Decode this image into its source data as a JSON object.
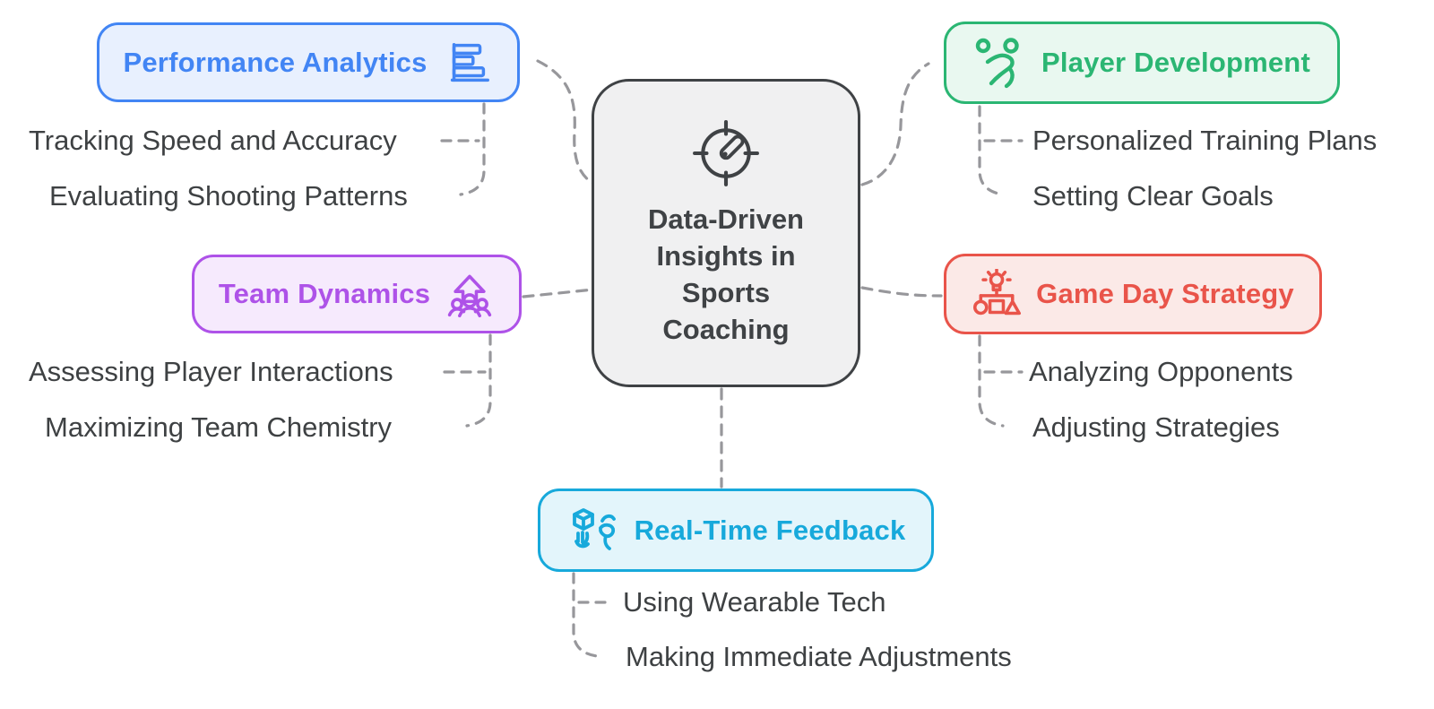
{
  "canvas": {
    "background": "#FFFFFF",
    "connector_color": "#97979B"
  },
  "center": {
    "label": "Data-Driven\nInsights in\nSports\nCoaching",
    "icon": "gauge-target-icon",
    "accent": "#3F4245",
    "background": "#F0F0F1"
  },
  "branches": [
    {
      "id": "performance-analytics",
      "label": "Performance Analytics",
      "icon": "horizontal-bar-chart-icon",
      "accent": "#4285F4",
      "background": "#E8F0FE",
      "children": [
        "Tracking Speed and Accuracy",
        "Evaluating Shooting Patterns"
      ]
    },
    {
      "id": "player-development",
      "label": "Player Development",
      "icon": "sports-player-icon",
      "accent": "#2BB673",
      "background": "#E9F8F0",
      "children": [
        "Personalized Training Plans",
        "Setting Clear Goals"
      ]
    },
    {
      "id": "team-dynamics",
      "label": "Team Dynamics",
      "icon": "team-growth-arrow-icon",
      "accent": "#AE52E8",
      "background": "#F6EAFD",
      "children": [
        "Assessing Player Interactions",
        "Maximizing Team Chemistry"
      ]
    },
    {
      "id": "game-day-strategy",
      "label": "Game Day Strategy",
      "icon": "idea-strategy-shapes-icon",
      "accent": "#E9544A",
      "background": "#FBE9E7",
      "children": [
        "Analyzing Opponents",
        "Adjusting Strategies"
      ]
    },
    {
      "id": "real-time-feedback",
      "label": "Real-Time Feedback",
      "icon": "hand-cube-whistle-icon",
      "accent": "#17A9DB",
      "background": "#E3F5FB",
      "children": [
        "Using Wearable Tech",
        "Making Immediate Adjustments"
      ]
    }
  ]
}
